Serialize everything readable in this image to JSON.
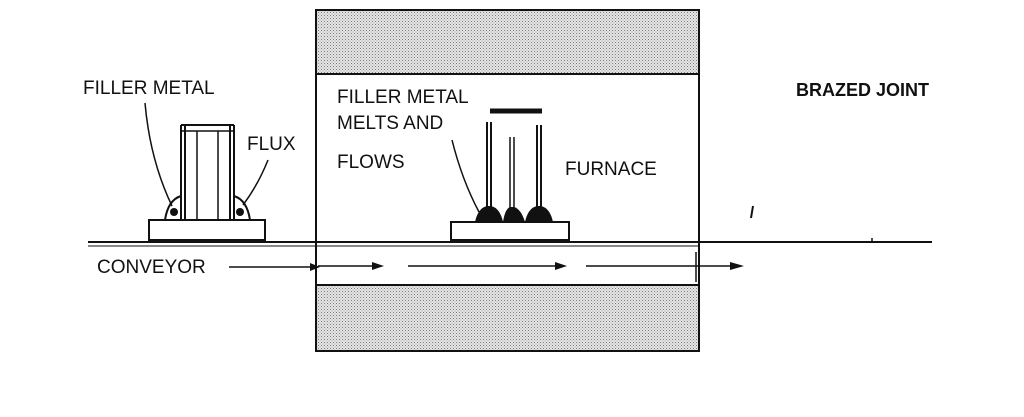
{
  "diagram": {
    "labels": {
      "filler_metal_left": "FILLER METAL",
      "flux": "FLUX",
      "filler_metal_melts_line1": "FILLER METAL",
      "filler_metal_melts_line2": "MELTS AND",
      "filler_metal_melts_line3": "FLOWS",
      "furnace": "FURNACE",
      "brazed_joint": "BRAZED JOINT",
      "conveyor": "CONVEYOR"
    },
    "colors": {
      "ink": "#111111",
      "furnace_fill": "#cfcfcf"
    }
  }
}
